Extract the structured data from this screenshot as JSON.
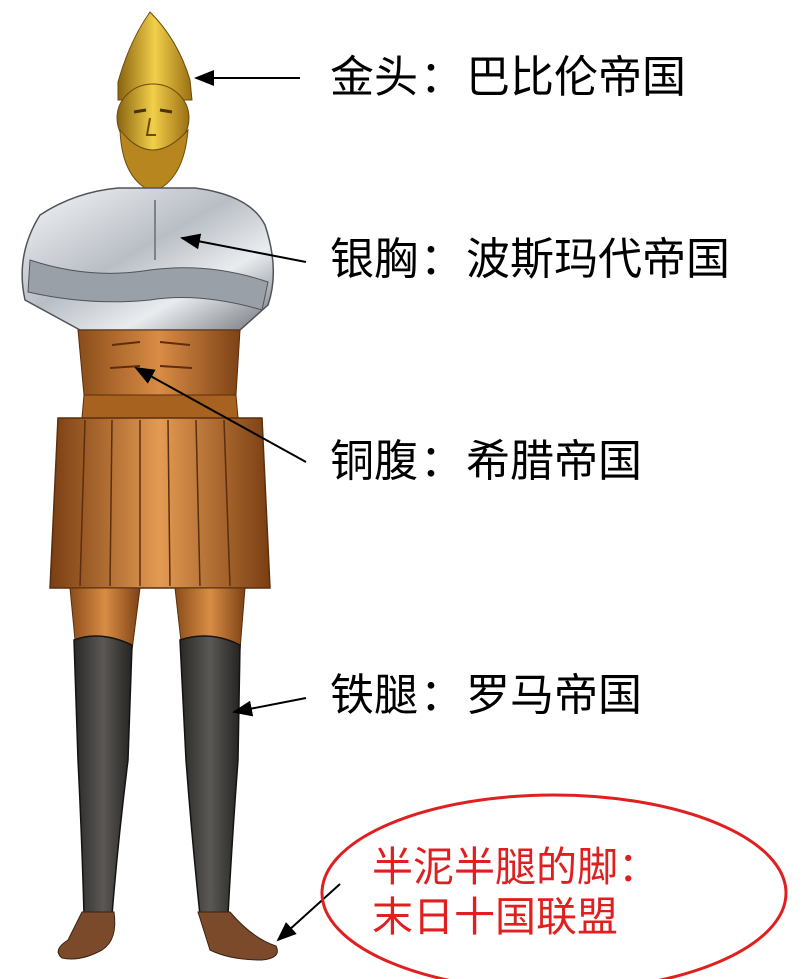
{
  "labels": [
    {
      "part": "金头",
      "empire": "巴比伦帝国"
    },
    {
      "part": "银胸",
      "empire": "波斯玛代帝国"
    },
    {
      "part": "铜腹",
      "empire": "希腊帝国"
    },
    {
      "part": "铁腿",
      "empire": "罗马帝国"
    }
  ],
  "separator": "：",
  "feet": {
    "line1": "半泥半腿的脚：",
    "line2": "末日十国联盟"
  },
  "colors": {
    "gold": "#c9a227",
    "silver": "#c8ccd2",
    "bronze": "#c97a33",
    "iron": "#3a3836",
    "highlight": "#e02020"
  }
}
